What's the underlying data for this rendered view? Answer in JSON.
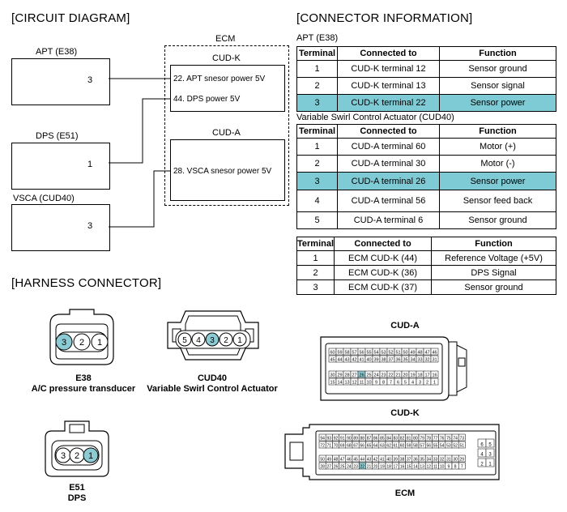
{
  "sections": {
    "circuit": "[CIRCUIT DIAGRAM]",
    "connector_info": "[CONNECTOR INFORMATION]",
    "harness": "[HARNESS CONNECTOR]"
  },
  "circuit": {
    "ecm_label": "ECM",
    "apt": {
      "name": "APT (E38)",
      "pin": "3"
    },
    "dps": {
      "name": "DPS (E51)",
      "pin": "1"
    },
    "vsca": {
      "name": "VSCA (CUD40)",
      "pin": "3"
    },
    "cudk": {
      "title": "CUD-K",
      "line1": "22. APT snesor power 5V",
      "line2": "44. DPS power 5V"
    },
    "cuda": {
      "title": "CUD-A",
      "line1": "28. VSCA snesor power 5V"
    }
  },
  "tables": {
    "apt": {
      "caption": "APT (E38)",
      "headers": [
        "Terminal",
        "Connected to",
        "Function"
      ],
      "rows": [
        [
          "1",
          "CUD-K terminal 12",
          "Sensor ground"
        ],
        [
          "2",
          "CUD-K terminal 13",
          "Sensor signal"
        ],
        [
          "3",
          "CUD-K terminal 22",
          "Sensor power"
        ]
      ]
    },
    "vsca": {
      "caption": "Variable Swirl Control Actuator (CUD40)",
      "headers": [
        "Terminal",
        "Connected to",
        "Function"
      ],
      "rows": [
        [
          "1",
          "CUD-A terminal 60",
          "Motor (+)"
        ],
        [
          "2",
          "CUD-A terminal 30",
          "Motor (-)"
        ],
        [
          "3",
          "CUD-A terminal 26",
          "Sensor power"
        ],
        [
          "4",
          "CUD-A terminal 56",
          "Sensor feed back"
        ],
        [
          "5",
          "CUD-A terminal 6",
          "Sensor ground"
        ]
      ]
    },
    "ecm": {
      "headers": [
        "Terminal",
        "Connected to",
        "Function"
      ],
      "rows": [
        [
          "1",
          "ECM CUD-K (44)",
          "Reference Voltage (+5V)"
        ],
        [
          "2",
          "ECM CUD-K  (36)",
          "DPS Signal"
        ],
        [
          "3",
          "ECM CUD-K  (37)",
          "Sensor ground"
        ]
      ]
    }
  },
  "harness": {
    "e38": {
      "pins": [
        "3",
        "2",
        "1"
      ],
      "code": "E38",
      "desc": "A/C pressure transducer"
    },
    "cud40": {
      "pins": [
        "5",
        "4",
        "3",
        "2",
        "1"
      ],
      "code": "CUD40",
      "desc": "Variable Swirl Control Actuator"
    },
    "e51": {
      "pins": [
        "3",
        "2",
        "1"
      ],
      "code": "E51",
      "desc": "DPS"
    },
    "cuda_title": "CUD-A",
    "cudk_title": "CUD-K",
    "ecm_title": "ECM",
    "cuda_rows": [
      [
        "60",
        "59",
        "58",
        "57",
        "56",
        "55",
        "54",
        "53",
        "52",
        "51",
        "50",
        "49",
        "48",
        "47",
        "46"
      ],
      [
        "45",
        "44",
        "43",
        "42",
        "41",
        "40",
        "39",
        "38",
        "37",
        "36",
        "35",
        "34",
        "33",
        "32",
        "31"
      ],
      [
        "30",
        "29",
        "28",
        "27",
        "26",
        "25",
        "24",
        "23",
        "22",
        "21",
        "20",
        "19",
        "18",
        "17",
        "16"
      ],
      [
        "15",
        "14",
        "13",
        "12",
        "11",
        "10",
        "9",
        "8",
        "7",
        "6",
        "5",
        "4",
        "3",
        "2",
        "1"
      ]
    ],
    "cudk_rows": [
      [
        "94",
        "93",
        "92",
        "91",
        "90",
        "89",
        "88",
        "87",
        "86",
        "85",
        "84",
        "83",
        "82",
        "81",
        "80",
        "79",
        "78",
        "77",
        "76",
        "75",
        "74",
        "73"
      ],
      [
        "72",
        "71",
        "70",
        "69",
        "68",
        "67",
        "66",
        "65",
        "64",
        "63",
        "62",
        "61",
        "60",
        "59",
        "58",
        "57",
        "56",
        "55",
        "54",
        "53",
        "52",
        "51"
      ],
      [
        "50",
        "49",
        "48",
        "47",
        "46",
        "45",
        "44",
        "43",
        "42",
        "41",
        "40",
        "39",
        "38",
        "37",
        "36",
        "35",
        "34",
        "33",
        "32",
        "31",
        "30",
        "29"
      ],
      [
        "28",
        "27",
        "26",
        "25",
        "24",
        "23",
        "22",
        "21",
        "20",
        "19",
        "18",
        "17",
        "16",
        "15",
        "14",
        "13",
        "12",
        "11",
        "10",
        "9",
        "8",
        "7"
      ]
    ],
    "cudk_side": [
      "6",
      "5",
      "4",
      "3",
      "2",
      "1"
    ]
  },
  "colors": {
    "highlight": "#7fcbd5",
    "pin_highlight": "#8ccbd3"
  }
}
